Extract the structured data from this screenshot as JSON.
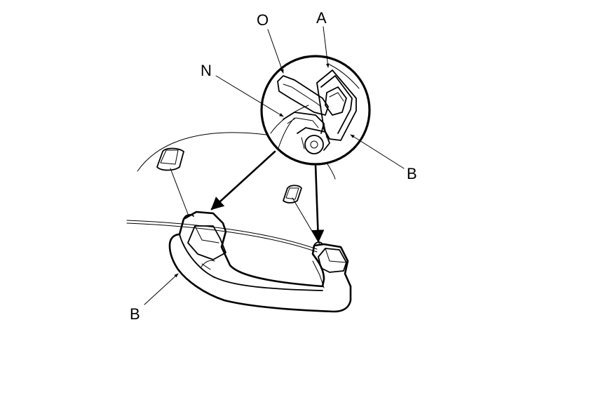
{
  "callouts": {
    "o": "O",
    "a": "A",
    "n": "N",
    "b_detail": "B",
    "b_handle": "B"
  },
  "colors": {
    "ink": "#000000",
    "paper": "#ffffff"
  }
}
